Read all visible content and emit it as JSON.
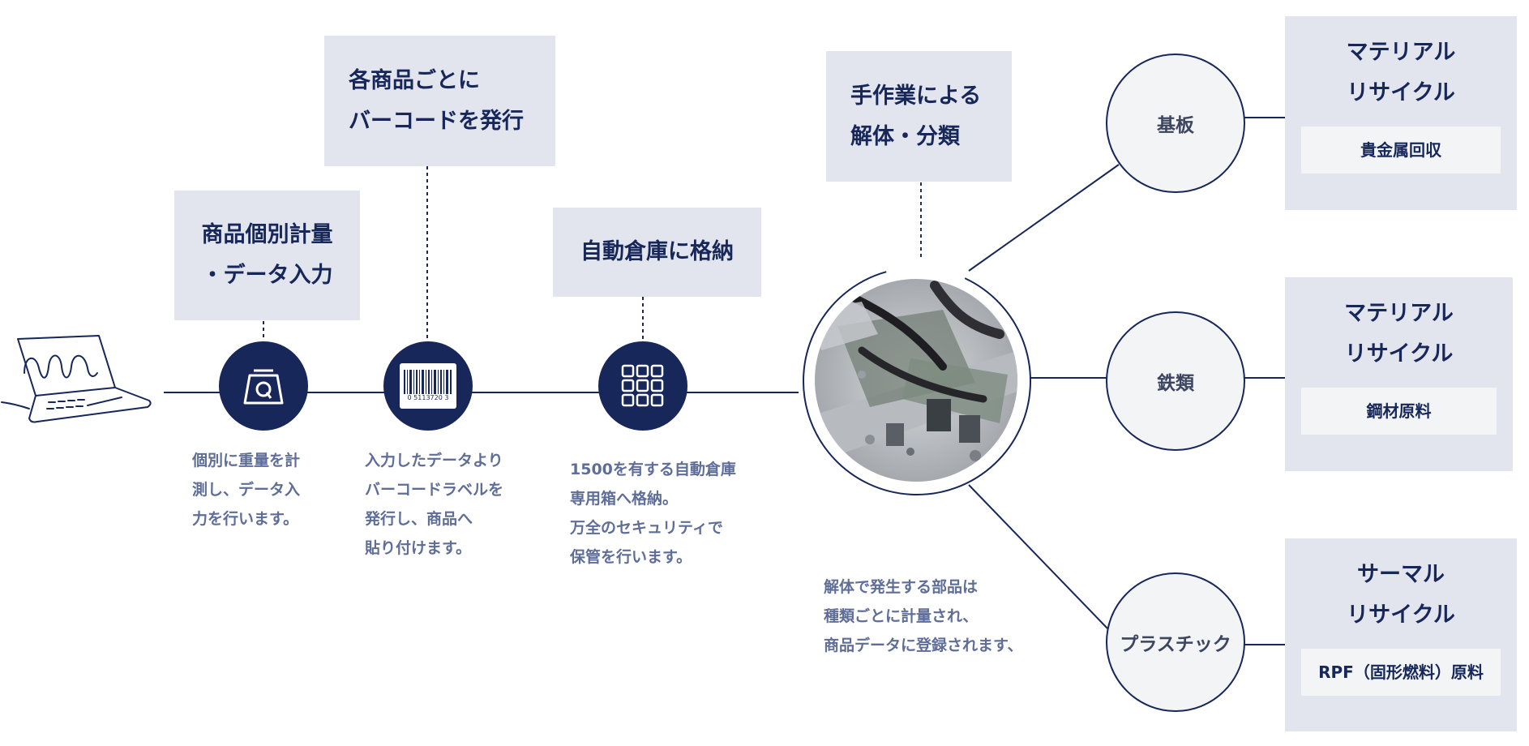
{
  "steps": {
    "weigh": {
      "title_line1": "商品個別計量",
      "title_line2": "・データ入力",
      "icon": "scale-icon",
      "desc": [
        "個別に重量を計",
        "測し、データ入",
        "力を行います。"
      ]
    },
    "barcode": {
      "title_line1": "各商品ごとに",
      "title_line2": "バーコードを発行",
      "icon": "barcode-icon",
      "barcode_number": "0 5113720 3",
      "desc": [
        "入力したデータより",
        "バーコードラベルを",
        "発行し、商品へ",
        "貼り付けます。"
      ]
    },
    "storage": {
      "title": "自動倉庫に格納",
      "icon": "grid-icon",
      "desc": [
        "1500を有する自動倉庫",
        "専用箱へ格納。",
        "万全のセキュリティで",
        "保管を行います。"
      ]
    },
    "dismantle": {
      "title_line1": "手作業による",
      "title_line2": "解体・分類",
      "desc": [
        "解体で発生する部品は",
        "種類ごとに計量され、",
        "商品データに登録されます、"
      ]
    }
  },
  "categories": [
    {
      "label": "基板",
      "result_line1": "マテリアル",
      "result_line2": "リサイクル",
      "result_sub": "貴金属回収"
    },
    {
      "label": "鉄類",
      "result_line1": "マテリアル",
      "result_line2": "リサイクル",
      "result_sub": "鋼材原料"
    },
    {
      "label": "プラスチック",
      "result_line1": "サーマル",
      "result_line2": "リサイクル",
      "result_sub": "RPF（固形燃料）原料"
    }
  ],
  "colors": {
    "navy": "#17275a",
    "box_bg": "#e2e5ee",
    "desc_text": "#5f6e98",
    "circle_bg": "#f3f4f6"
  }
}
